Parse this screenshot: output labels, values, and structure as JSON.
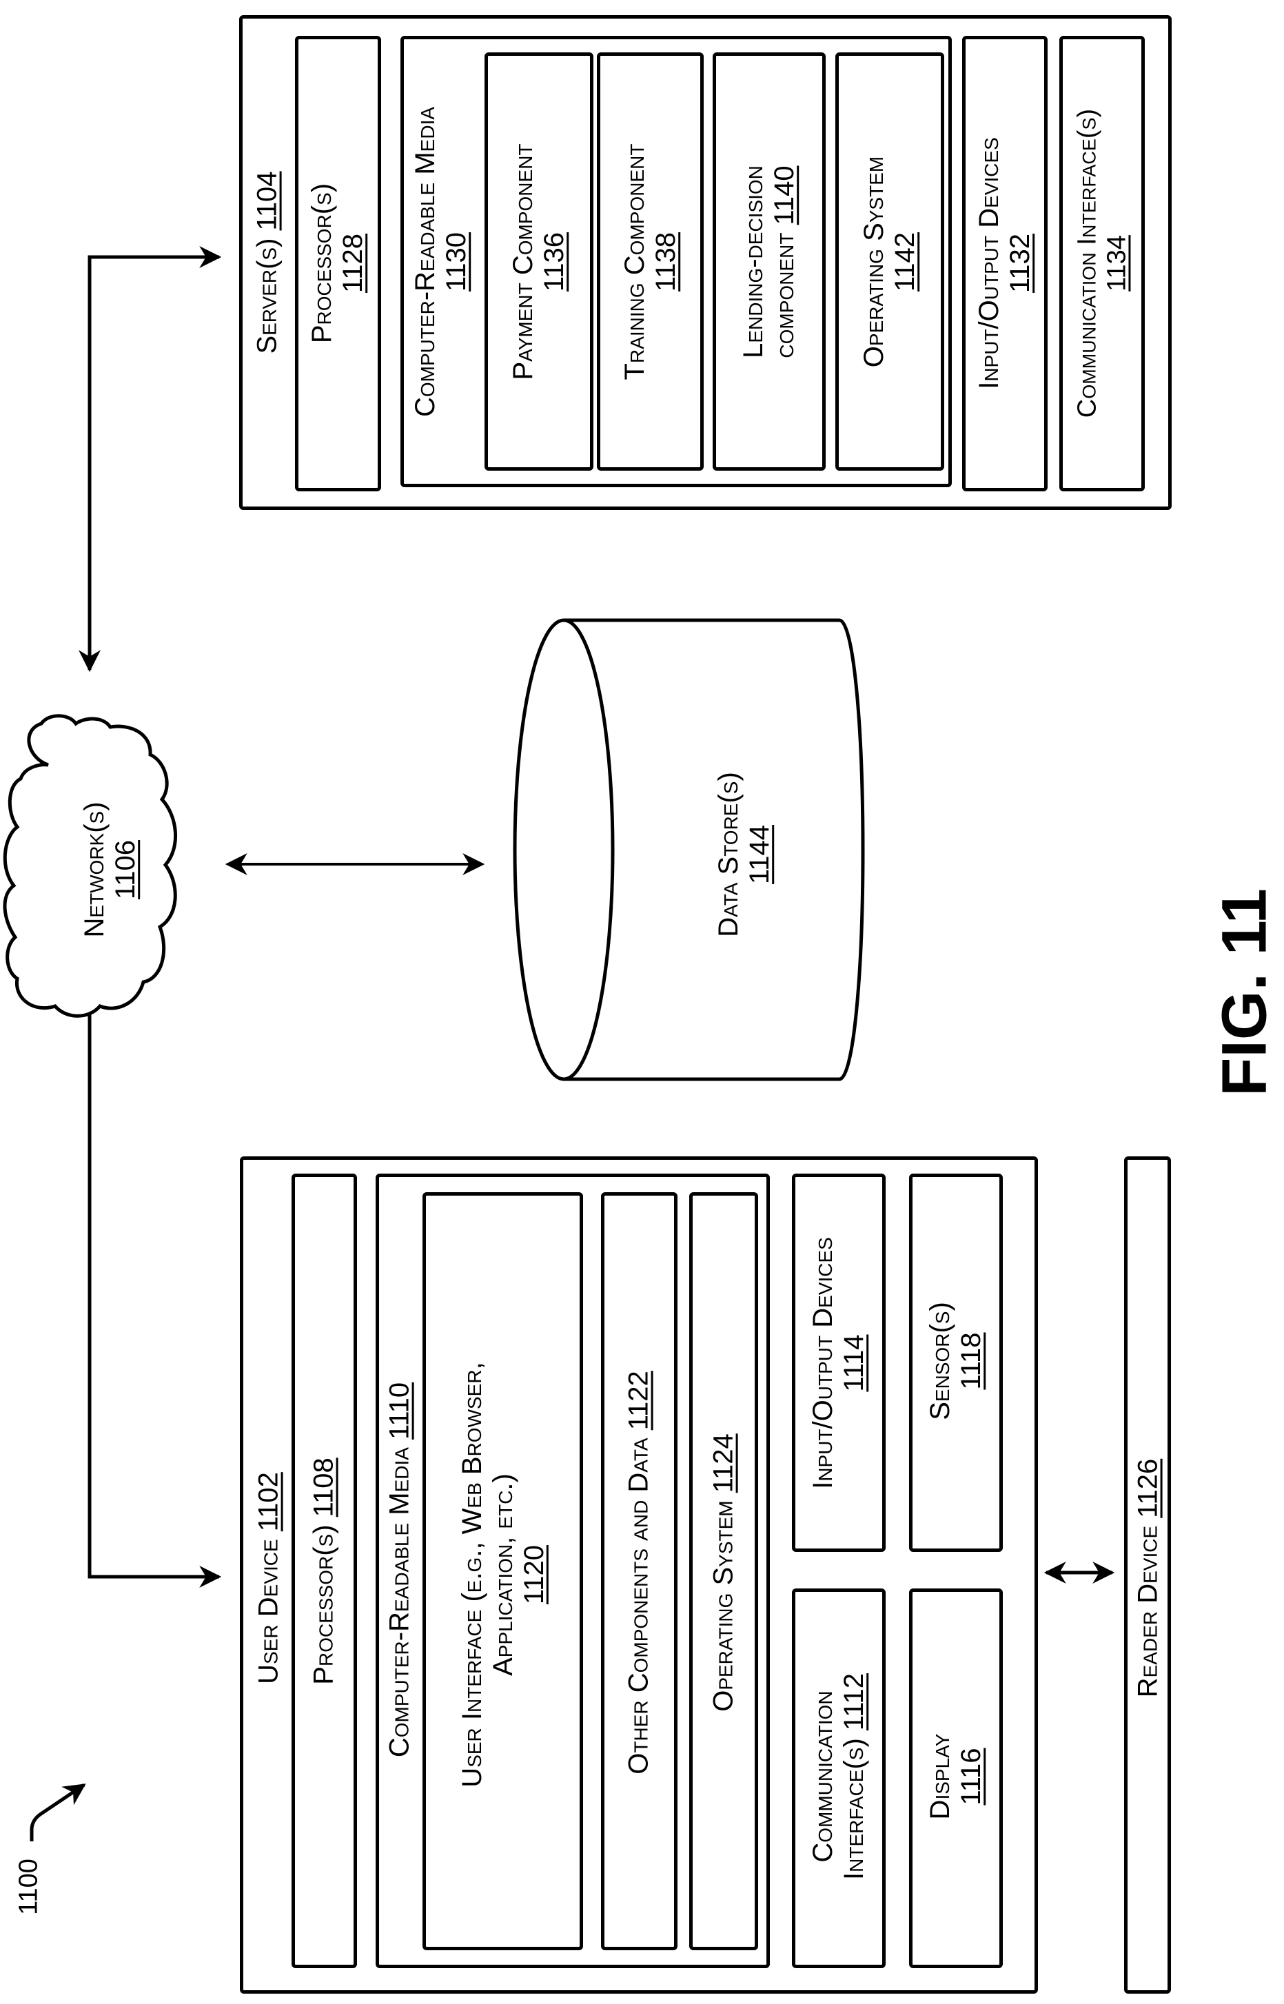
{
  "figure": {
    "label": "FIG. 11",
    "system_ref": "1100"
  },
  "server": {
    "title": "Server(s)",
    "ref": "1104",
    "processor": {
      "title": "Processor(s)",
      "ref": "1128"
    },
    "crm": {
      "title": "Computer-Readable Media",
      "ref": "1130",
      "components": [
        {
          "title": "Payment Component",
          "ref": "1136"
        },
        {
          "title": "Training Component",
          "ref": "1138"
        },
        {
          "title_line1": "Lending-decision",
          "title_line2": "component",
          "ref": "1140"
        },
        {
          "title": "Operating System",
          "ref": "1142"
        }
      ]
    },
    "io": {
      "title": "Input/Output Devices",
      "ref": "1132"
    },
    "comm": {
      "title": "Communication Interface(s)",
      "ref": "1134"
    }
  },
  "network": {
    "title": "Network(s)",
    "ref": "1106"
  },
  "data_store": {
    "title": "Data Store(s)",
    "ref": "1144"
  },
  "user_device": {
    "title": "User Device",
    "ref": "1102",
    "processor": {
      "title": "Processor(s)",
      "ref": "1108"
    },
    "crm": {
      "title": "Computer-Readable Media",
      "ref": "1110",
      "ui": {
        "line1": "User Interface (e.g., Web Browser,",
        "line2": "Application, etc.)",
        "ref": "1120"
      },
      "other": {
        "title": "Other Components and Data",
        "ref": "1122"
      },
      "os": {
        "title": "Operating System",
        "ref": "1124"
      }
    },
    "io": {
      "title": "Input/Output Devices",
      "ref": "1114"
    },
    "sensor": {
      "title": "Sensor(s)",
      "ref": "1118"
    },
    "comm": {
      "title_line1": "Communication",
      "title_line2": "Interface(s)",
      "ref": "1112"
    },
    "display": {
      "title": "Display",
      "ref": "1116"
    }
  },
  "reader_device": {
    "title": "Reader Device",
    "ref": "1126"
  }
}
